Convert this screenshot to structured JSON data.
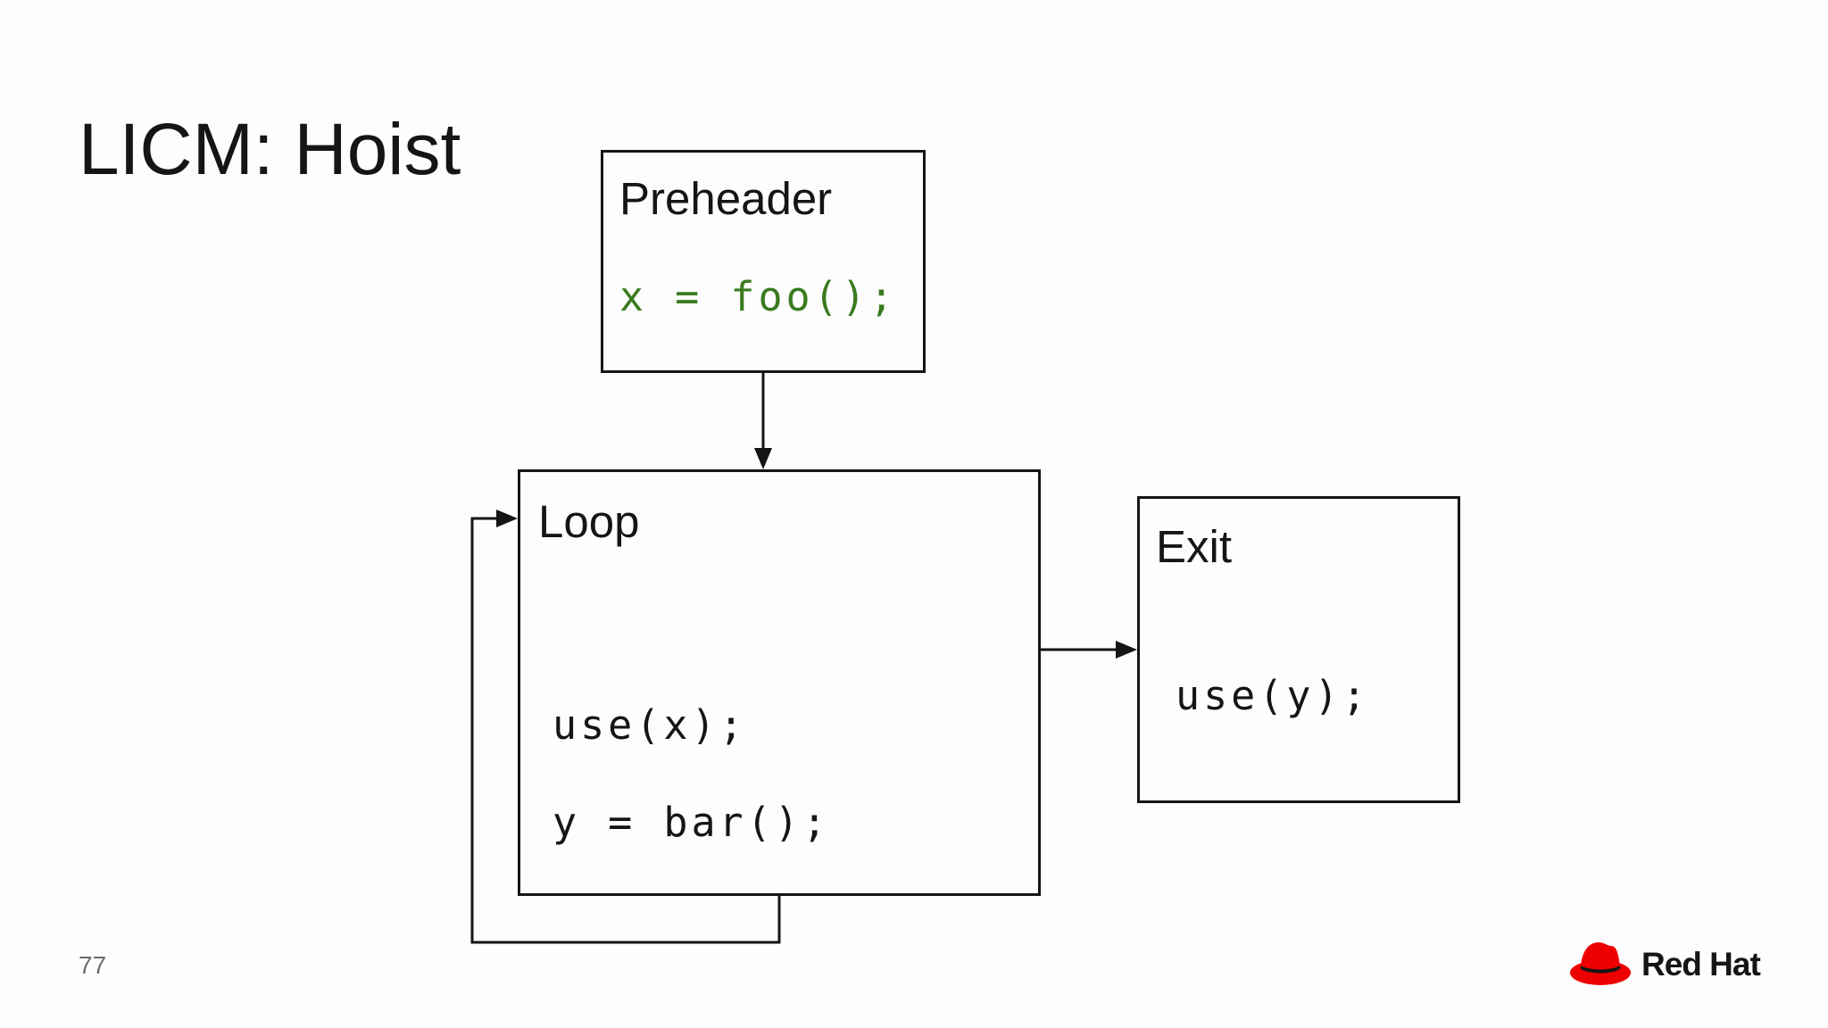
{
  "slide": {
    "title": "LICM: Hoist",
    "page_number": "77"
  },
  "boxes": {
    "preheader": {
      "label": "Preheader",
      "code": [
        "x = foo();"
      ]
    },
    "loop": {
      "label": "Loop",
      "code": [
        "use(x);",
        "y = bar();"
      ]
    },
    "exit": {
      "label": "Exit",
      "code": [
        "use(y);"
      ]
    }
  },
  "edges": [
    {
      "from": "preheader",
      "to": "loop"
    },
    {
      "from": "loop",
      "to": "loop"
    },
    {
      "from": "loop",
      "to": "exit"
    }
  ],
  "logo": {
    "text": "Red Hat",
    "icon": "red-hat-fedora-icon"
  },
  "colors": {
    "hoisted_code": "#3a7b1f",
    "logo_red": "#ee0000",
    "text": "#151515"
  }
}
